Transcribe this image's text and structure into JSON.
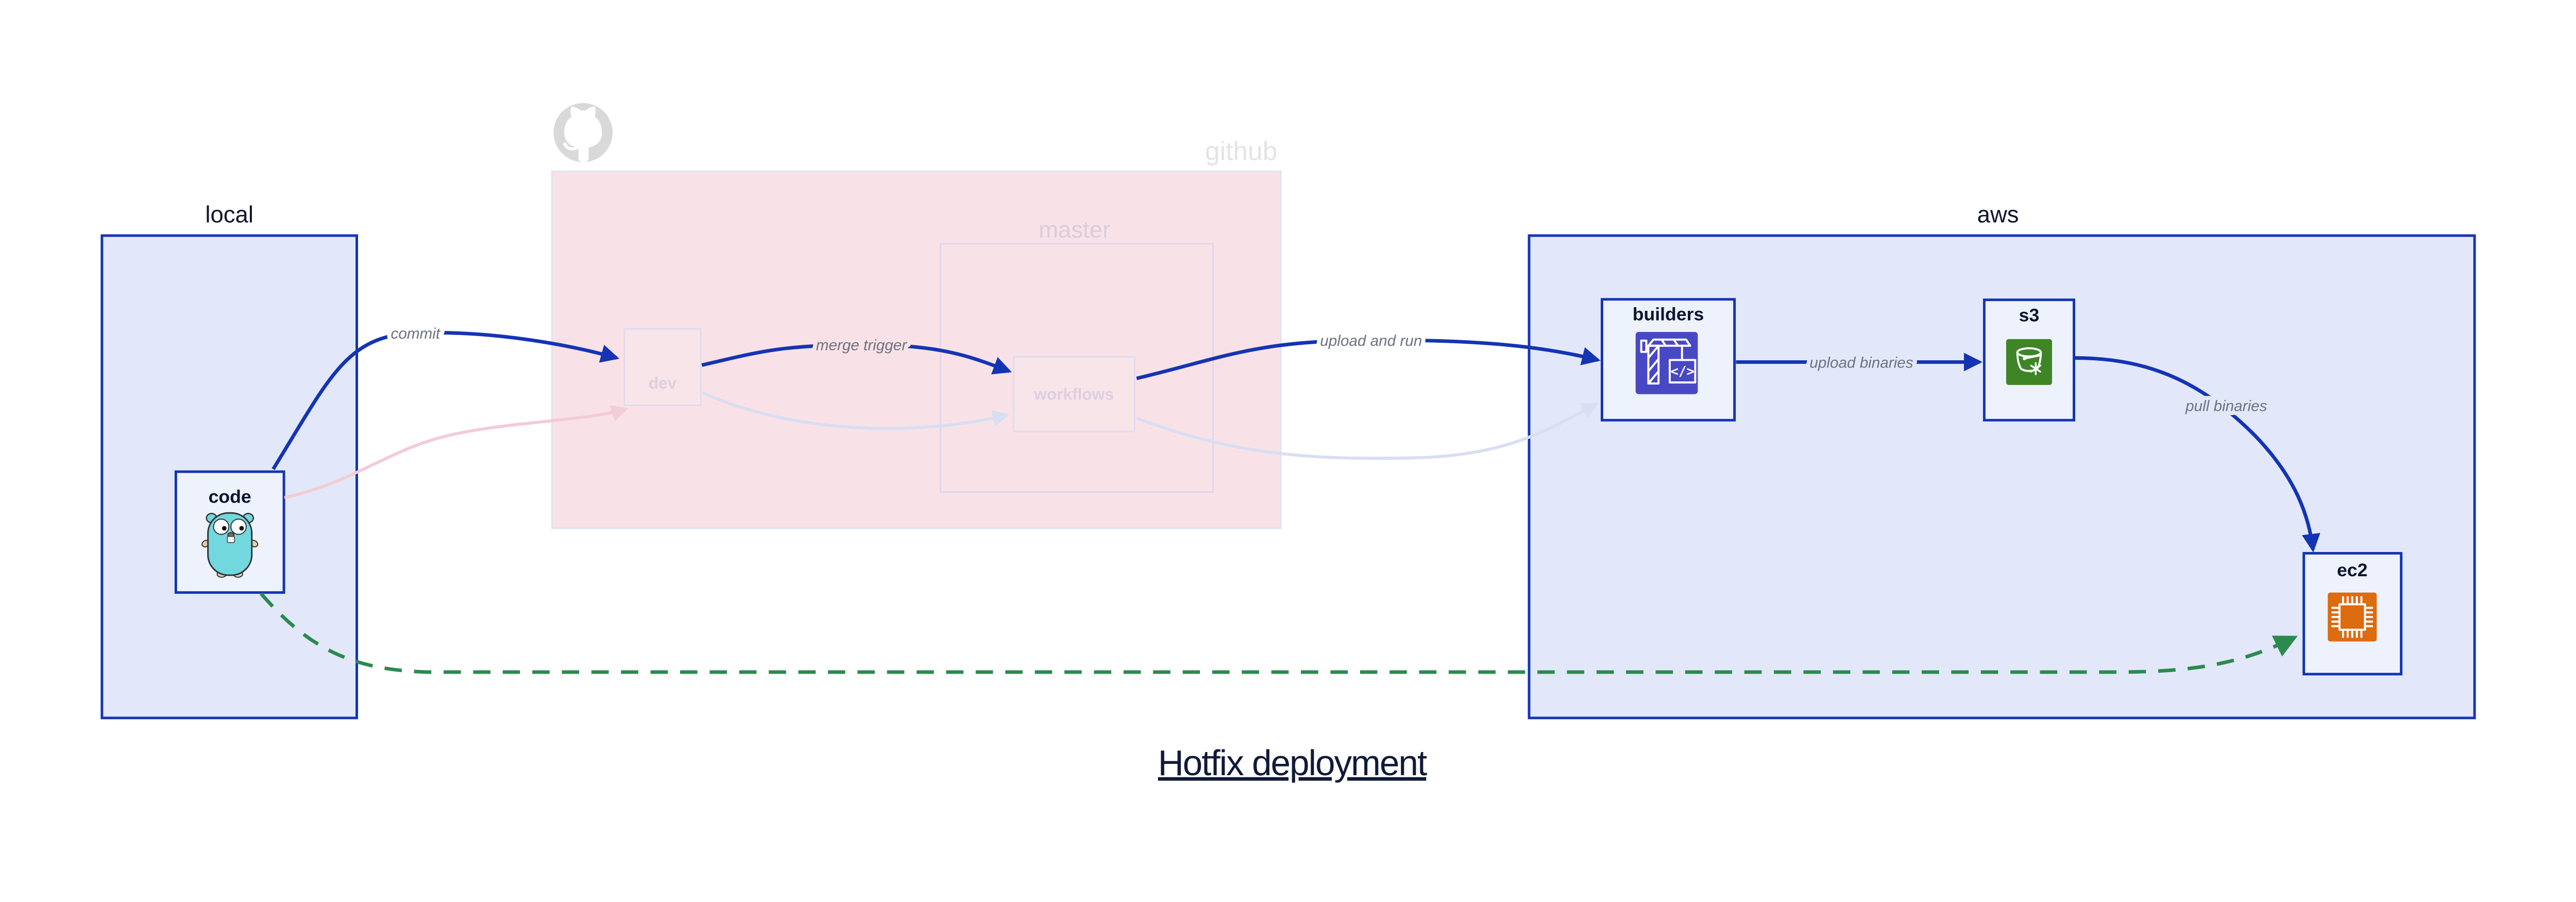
{
  "title": "Hotfix deployment",
  "groups": {
    "local": {
      "label": "local"
    },
    "github": {
      "label": "github",
      "master": {
        "label": "master"
      }
    },
    "aws": {
      "label": "aws"
    }
  },
  "nodes": {
    "code": {
      "label": "code",
      "icon": "gopher-icon"
    },
    "dev": {
      "label": "dev"
    },
    "workflows": {
      "label": "workflows"
    },
    "builders": {
      "label": "builders",
      "icon": "codebuild-crane-icon",
      "icon_glyph": "</>"
    },
    "s3": {
      "label": "s3",
      "icon": "s3-bucket-snowflake-icon"
    },
    "ec2": {
      "label": "ec2",
      "icon": "ec2-chip-icon"
    }
  },
  "edges": {
    "commit": {
      "label": "commit",
      "style": "solid-blue"
    },
    "merge_trigger": {
      "label": "merge trigger",
      "style": "solid-blue"
    },
    "upload_and_run": {
      "label": "upload and run",
      "style": "solid-blue"
    },
    "upload_binaries": {
      "label": "upload binaries",
      "style": "solid-blue"
    },
    "pull_binaries": {
      "label": "pull binaries",
      "style": "solid-blue"
    },
    "hotfix_path": {
      "label": "",
      "style": "dashed-green"
    },
    "faded_commit_path": {
      "label": "",
      "style": "faded-pink"
    },
    "faded_merge_path": {
      "label": "",
      "style": "faded-lavender"
    },
    "faded_run_path": {
      "label": "",
      "style": "faded-lavender"
    }
  },
  "colors": {
    "primary_blue": "#1434b4",
    "group_fill": "#e2e8fa",
    "node_fill": "#eef2fc",
    "github_fill": "#f9e2e7",
    "github_border": "#dee3f6",
    "faded_border": "#dcd7ec",
    "faded_pink_edge": "#f2ccd6",
    "faded_lavender_edge": "#d9def2",
    "green_edge": "#2b8a4e",
    "edge_label_gray": "#6d7280",
    "dark_text": "#0d1530",
    "faded_text": "#d8cde0",
    "github_logo_gray": "#d9d9d9",
    "codebuild_indigo": "#4948c4",
    "s3_green": "#3e8526",
    "ec2_orange": "#dd6b10",
    "gopher_teal": "#72d8de"
  }
}
